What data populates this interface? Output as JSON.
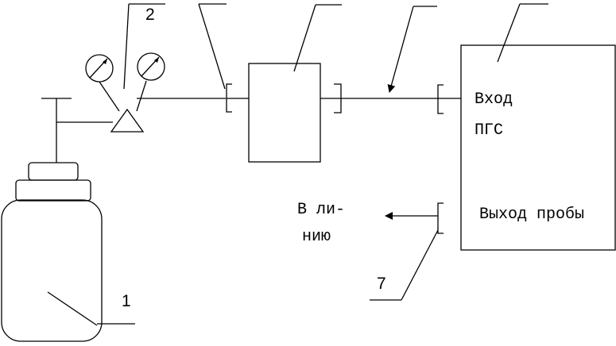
{
  "labels": {
    "n1": "1",
    "n2": "2",
    "n7": "7",
    "inlet_line1": "Вход",
    "inlet_line2": "ПГС",
    "outlet": "Выход пробы",
    "to_line_1": "В ли-",
    "to_line_2": "нию"
  },
  "colors": {
    "ink": "#000000",
    "background": "#ffffff"
  }
}
